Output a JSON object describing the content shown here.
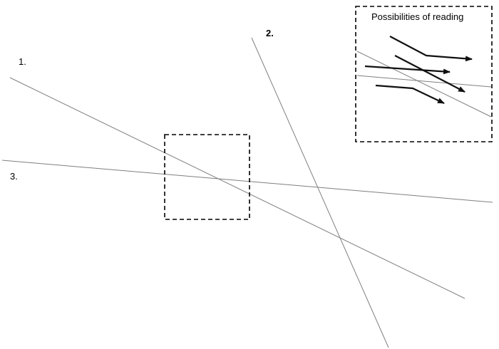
{
  "lines": [
    {
      "label": "1."
    },
    {
      "label": "2."
    },
    {
      "label": "3."
    }
  ],
  "inset": {
    "title": "Possibilities of reading"
  },
  "colors": {
    "line": "#7f7f7f",
    "arrow": "#111111",
    "dash": "#000000"
  }
}
